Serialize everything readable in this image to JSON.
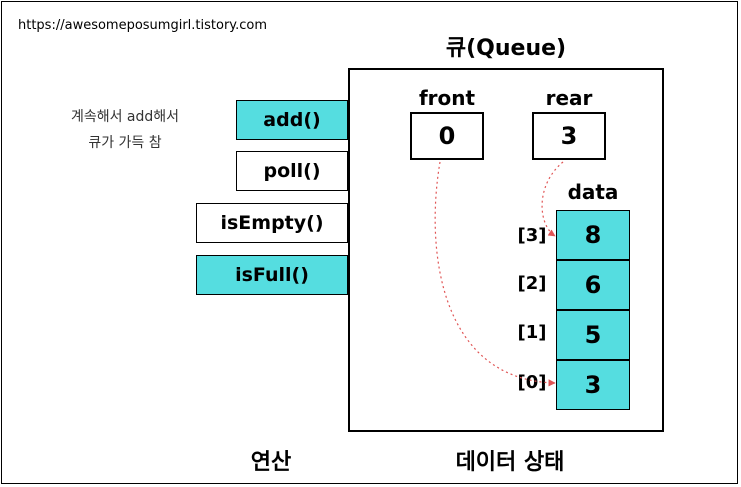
{
  "url": "https://awesomeposumgirl.tistory.com",
  "title": "큐(Queue)",
  "operations": [
    {
      "label": "add()",
      "highlighted": true
    },
    {
      "label": "poll()",
      "highlighted": false
    },
    {
      "label": "isEmpty()",
      "highlighted": false
    },
    {
      "label": "isFull()",
      "highlighted": true
    }
  ],
  "note": {
    "line1": "계속해서 add해서",
    "line2": "큐가 가득 참"
  },
  "front": {
    "label": "front",
    "value": "0"
  },
  "rear": {
    "label": "rear",
    "value": "3"
  },
  "data": {
    "label": "data",
    "cells": [
      {
        "index": "[3]",
        "value": "8"
      },
      {
        "index": "[2]",
        "value": "6"
      },
      {
        "index": "[1]",
        "value": "5"
      },
      {
        "index": "[0]",
        "value": "3"
      }
    ]
  },
  "sections": {
    "operations": "연산",
    "data_state": "데이터 상태"
  },
  "colors": {
    "highlight": "#55dde0",
    "arrow": "#e05555"
  }
}
